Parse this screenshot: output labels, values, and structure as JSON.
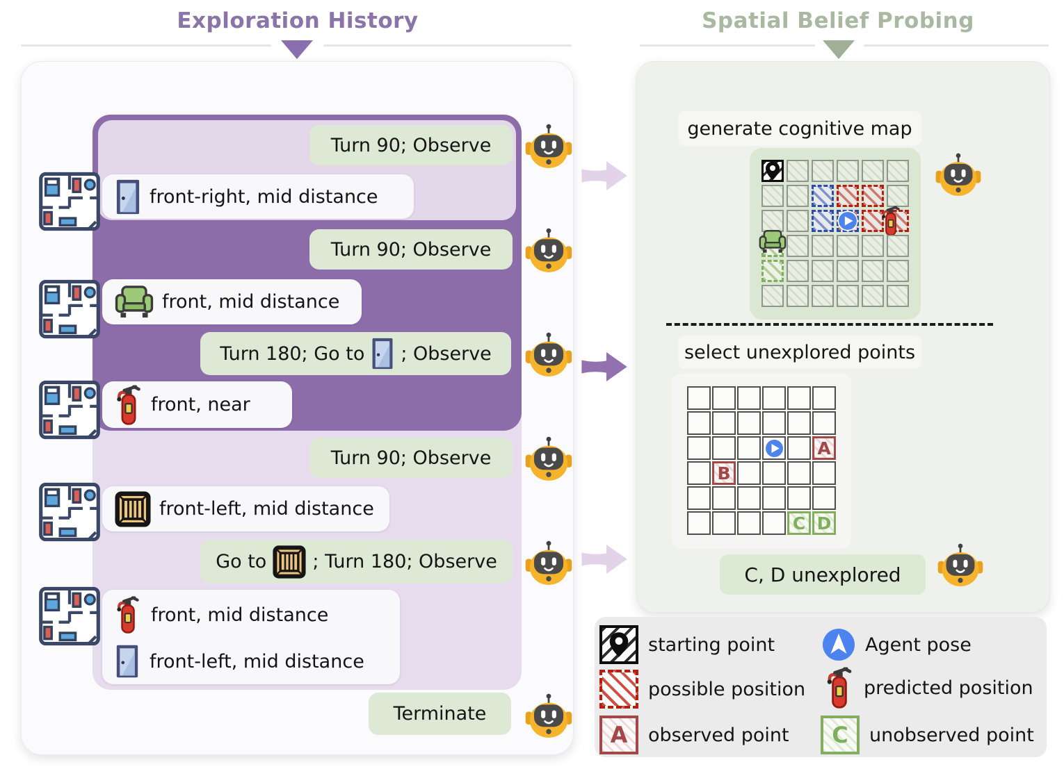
{
  "left": {
    "title": "Exploration History",
    "messages": [
      {
        "type": "action",
        "text": "Turn 90; Observe"
      },
      {
        "type": "obs",
        "icon": "door",
        "text": "front-right, mid distance"
      },
      {
        "type": "action",
        "text": "Turn 90; Observe"
      },
      {
        "type": "obs",
        "icon": "sofa",
        "text": "front, mid distance"
      },
      {
        "type": "action",
        "pre": "Turn 180; Go to",
        "icon": "door",
        "post": "; Observe"
      },
      {
        "type": "obs",
        "icon": "extinguisher",
        "text": "front, near"
      },
      {
        "type": "action",
        "text": "Turn 90; Observe"
      },
      {
        "type": "obs",
        "icon": "crate",
        "text": "front-left, mid distance"
      },
      {
        "type": "action",
        "pre": "Go to",
        "icon": "crate",
        "post": "; Turn 180; Observe"
      },
      {
        "type": "obs2",
        "lines": [
          {
            "icon": "extinguisher",
            "text": "front, mid distance"
          },
          {
            "icon": "door",
            "text": "front-left, mid distance"
          }
        ]
      },
      {
        "type": "action",
        "text": "Terminate"
      }
    ]
  },
  "right": {
    "title": "Spatial Belief Probing",
    "step1_label": "generate cognitive map",
    "step2_label": "select unexplored points",
    "answer": "C, D unexplored",
    "cog_map": {
      "rows": 6,
      "cols": 6,
      "cells": [
        {
          "r": 0,
          "c": 0,
          "kind": "start",
          "content": "pin"
        },
        {
          "r": 1,
          "c": 2,
          "kind": "blue"
        },
        {
          "r": 1,
          "c": 3,
          "kind": "red"
        },
        {
          "r": 1,
          "c": 4,
          "kind": "red"
        },
        {
          "r": 2,
          "c": 2,
          "kind": "blue"
        },
        {
          "r": 2,
          "c": 3,
          "kind": "agent-red-blue",
          "content": "agent"
        },
        {
          "r": 2,
          "c": 4,
          "kind": "red"
        },
        {
          "r": 2,
          "c": 5,
          "kind": "red",
          "content": "extinguisher"
        },
        {
          "r": 3,
          "c": 0,
          "kind": "green",
          "content": "sofa"
        },
        {
          "r": 4,
          "c": 0,
          "kind": "green"
        }
      ]
    },
    "select_grid": {
      "rows": 6,
      "cols": 6,
      "cells": [
        {
          "r": 2,
          "c": 3,
          "kind": "plain",
          "content": "agent"
        },
        {
          "r": 2,
          "c": 5,
          "kind": "observed",
          "label": "A"
        },
        {
          "r": 3,
          "c": 1,
          "kind": "observed",
          "label": "B"
        },
        {
          "r": 5,
          "c": 4,
          "kind": "unobserved",
          "label": "C"
        },
        {
          "r": 5,
          "c": 5,
          "kind": "unobserved",
          "label": "D"
        }
      ]
    }
  },
  "legend": {
    "items": [
      {
        "icon": "starting-point",
        "label": "starting point"
      },
      {
        "icon": "agent-pose",
        "label": "Agent pose"
      },
      {
        "icon": "possible-position",
        "label": "possible position"
      },
      {
        "icon": "predicted-position",
        "label": "predicted position"
      },
      {
        "icon": "observed-point",
        "label": "observed point",
        "letter": "A"
      },
      {
        "icon": "unobserved-point",
        "label": "unobserved point",
        "letter": "C"
      }
    ]
  },
  "icons": {
    "robot": "agent robot avatar",
    "floorplan": "room floorplan observation thumbnail",
    "door": "door object",
    "sofa": "green armchair object",
    "extinguisher": "fire extinguisher object",
    "crate": "wooden crate object",
    "pin": "starting point map pin",
    "agent": "agent pose marker",
    "flow-arrow": "arrow from exploration history to spatial belief probing"
  },
  "colors": {
    "left_accent": "#8a74a8",
    "right_accent": "#a9b8a1",
    "dark_purple_panel": "#8d6caa",
    "light_purple_panel": "#e6dcee",
    "action_bubble": "#dde9d5",
    "observation_bubble": "#f8f7f9",
    "agent_blue": "#4c83ee",
    "possible_red": "#b41f10",
    "observed_red": "#a34848",
    "unobserved_green": "#85ad62",
    "map_bg": "#dbe7d3",
    "robot_yellow": "#f5b42c"
  }
}
